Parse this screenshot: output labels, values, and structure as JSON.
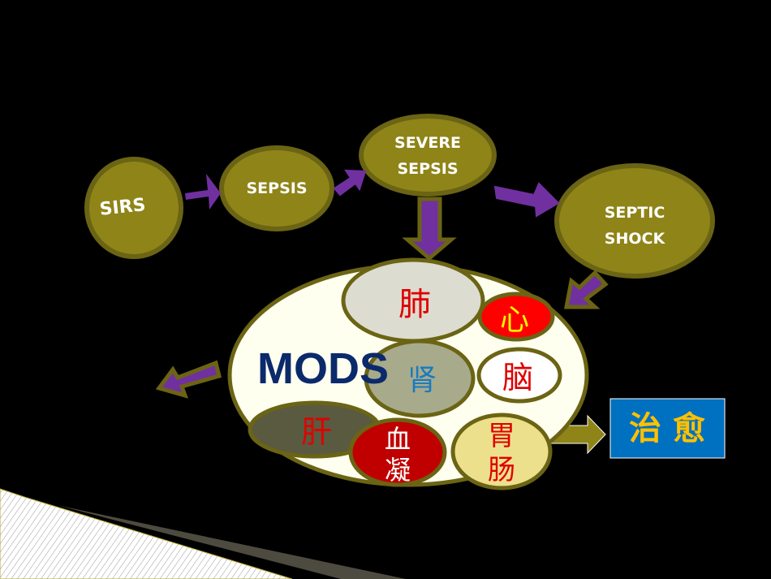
{
  "nodes": {
    "sirs": "SIRS",
    "sepsis": "SEPSIS",
    "severe_sepsis": [
      "SEVERE",
      "SEPSIS"
    ],
    "septic_shock": [
      "SEPTIC",
      "SHOCK"
    ]
  },
  "mods": {
    "label": "MODS",
    "organs": {
      "lung": "肺",
      "heart": "心",
      "kidney": "肾",
      "brain": "脑",
      "liver": "肝",
      "coagulation": [
        "血",
        "凝"
      ],
      "gut": [
        "胃",
        "肠"
      ]
    }
  },
  "outcome": "治 愈",
  "colors": {
    "background": "#000000",
    "node_fill": "#8f8418",
    "node_stroke": "#6b6414",
    "arrow_purple": "#7030a0",
    "mods_fill": "#fffff0",
    "outcome_box": "#0070c0",
    "outcome_text": "#ffc000"
  }
}
